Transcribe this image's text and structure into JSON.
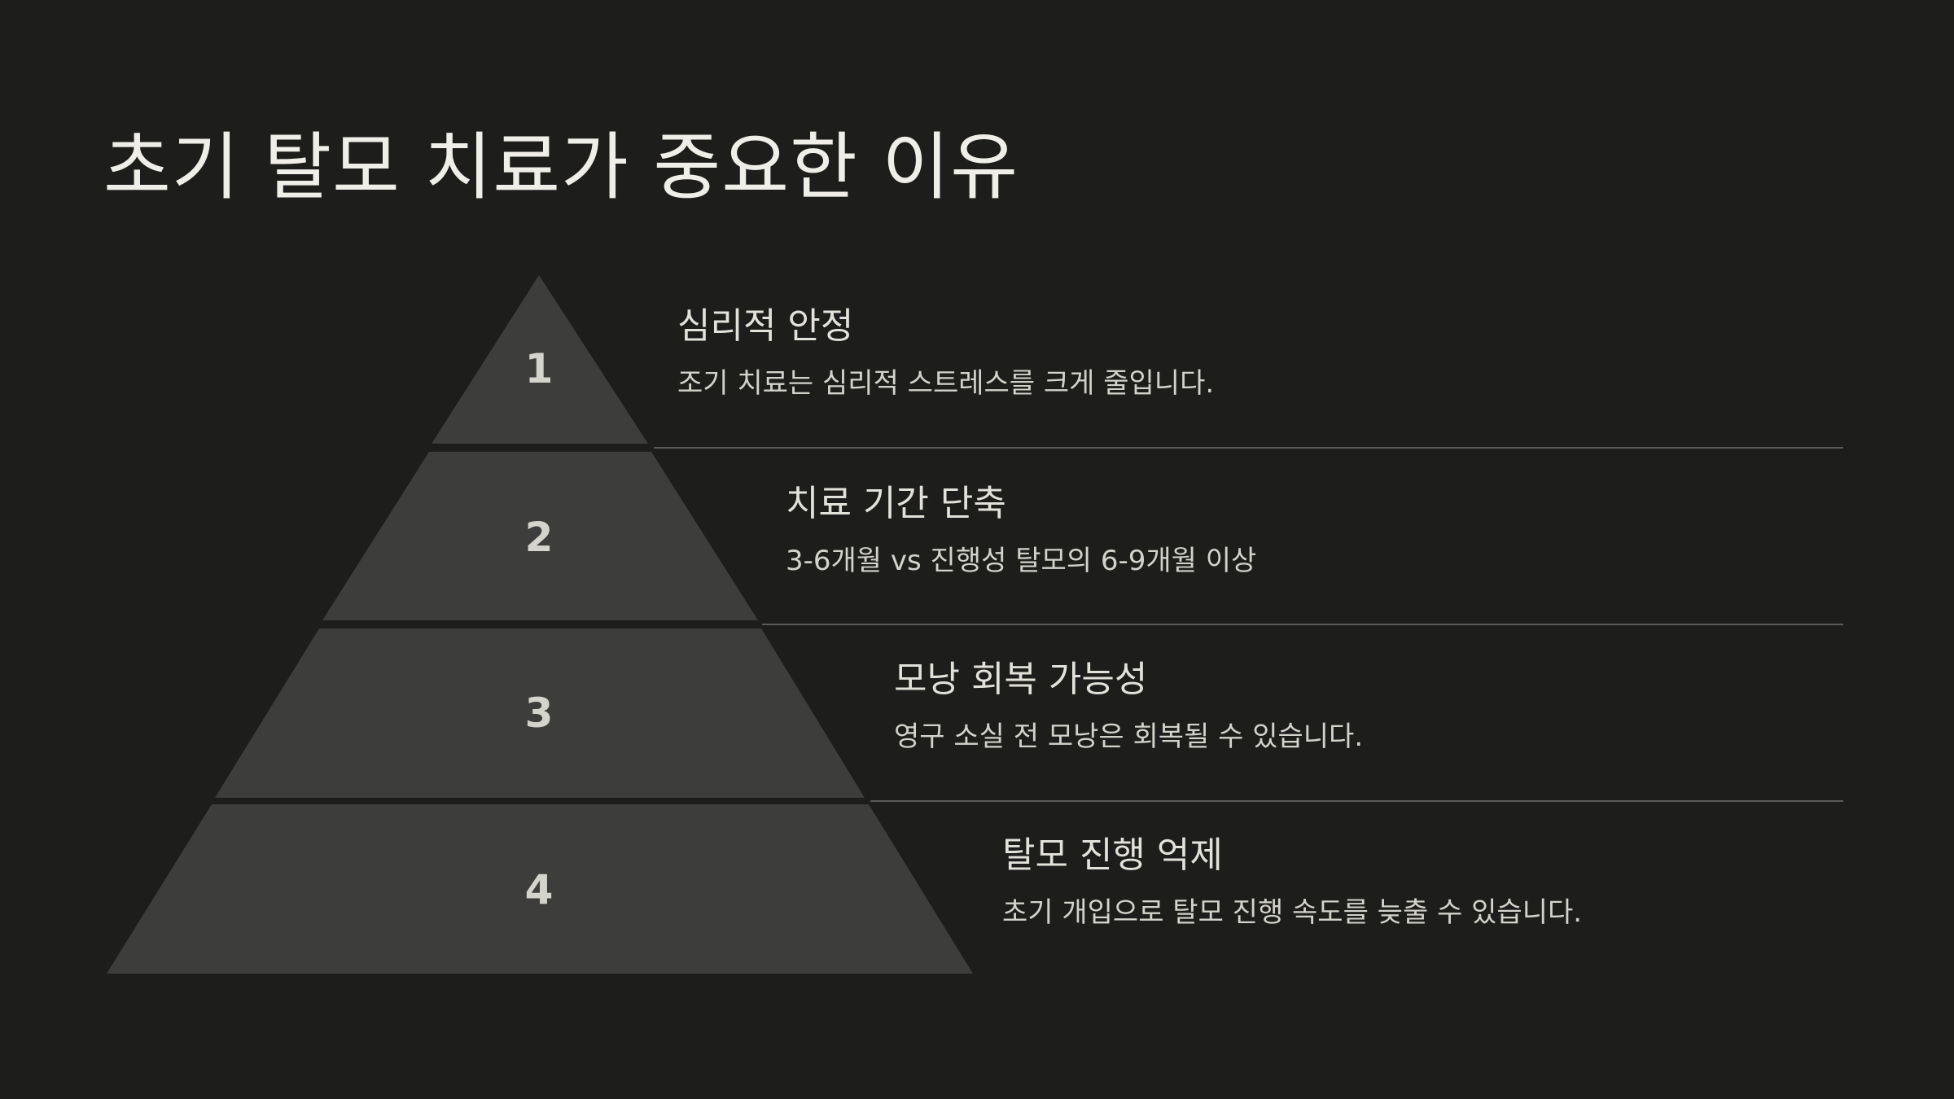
{
  "title": "초기 탈모 치료가 중요한 이유",
  "colors": {
    "background": "#1d1d1c",
    "level_fill": "#3d3d3b",
    "level_number": "#d5d4cc",
    "divider": "#5a5a57",
    "text": "#e2e1da"
  },
  "levels": [
    {
      "number": "1",
      "title": "심리적 안정",
      "description": "조기 치료는 심리적 스트레스를 크게 줄입니다."
    },
    {
      "number": "2",
      "title": "치료 기간 단축",
      "description": "3-6개월 vs 진행성 탈모의 6-9개월 이상"
    },
    {
      "number": "3",
      "title": "모낭 회복 가능성",
      "description": "영구 소실 전 모낭은 회복될 수 있습니다."
    },
    {
      "number": "4",
      "title": "탈모 진행 억제",
      "description": "초기 개입으로 탈모 진행 속도를 늦출 수 있습니다."
    }
  ]
}
